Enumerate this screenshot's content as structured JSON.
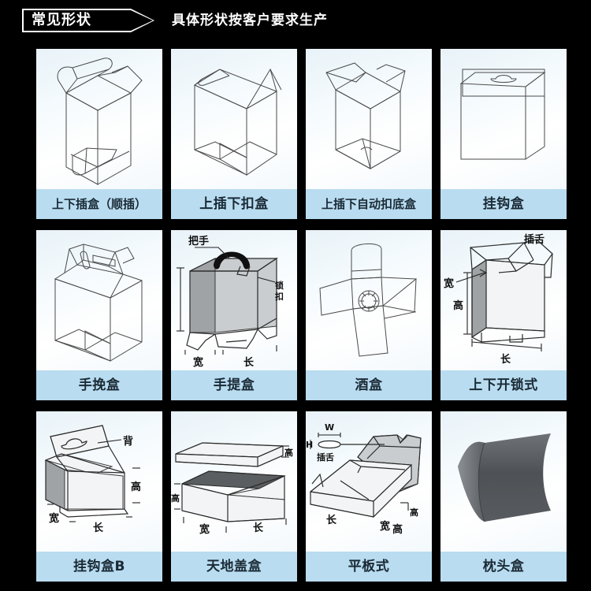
{
  "header": {
    "tag_label": "常见形状",
    "subtitle": "具体形状按客户要求生产"
  },
  "grid": {
    "columns": 4,
    "rows": 3,
    "caption_bg": "#b9dcf0",
    "panel_bg": "#eef6fb",
    "page_bg": "#000000",
    "cells": [
      {
        "id": "box-top-bottom-tuck",
        "caption": "上下插盒（顺插）",
        "annotations": []
      },
      {
        "id": "box-top-tuck-bottom-lock",
        "caption": "上插下扣盒",
        "annotations": []
      },
      {
        "id": "box-auto-lock-bottom",
        "caption": "上插下自动扣底盒",
        "annotations": []
      },
      {
        "id": "box-hanger",
        "caption": "挂钩盒",
        "annotations": []
      },
      {
        "id": "box-handle-fold",
        "caption": "手挽盒",
        "annotations": []
      },
      {
        "id": "box-carry-handle",
        "caption": "手提盒",
        "annotations": [
          "把手",
          "锁扣",
          "宽",
          "长"
        ]
      },
      {
        "id": "box-wine",
        "caption": "酒盒",
        "annotations": []
      },
      {
        "id": "box-top-bottom-lock-open",
        "caption": "上下开锁式",
        "annotations": [
          "插舌",
          "宽",
          "高",
          "长"
        ]
      },
      {
        "id": "box-hanger-b",
        "caption": "挂钩盒B",
        "annotations": [
          "背",
          "高",
          "宽",
          "长"
        ]
      },
      {
        "id": "box-lid-base",
        "caption": "天地盖盒",
        "annotations": [
          "高",
          "高",
          "宽",
          "长"
        ]
      },
      {
        "id": "box-flat-tray",
        "caption": "平板式",
        "annotations": [
          "W",
          "H",
          "插舌",
          "长",
          "宽",
          "高"
        ]
      },
      {
        "id": "box-pillow",
        "caption": "枕头盒",
        "annotations": []
      }
    ]
  },
  "labels": {
    "handle": "把手",
    "lock": "锁扣",
    "width": "宽",
    "length": "长",
    "height": "高",
    "tongue": "插舌",
    "back": "背",
    "w": "W",
    "h": "H"
  }
}
